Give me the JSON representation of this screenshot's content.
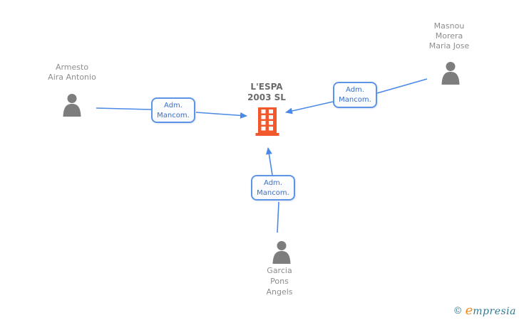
{
  "company": {
    "lines": [
      "L'ESPA",
      "2003 SL"
    ]
  },
  "persons": [
    {
      "id": "armesto",
      "lines": [
        "Armesto",
        "Aira Antonio"
      ]
    },
    {
      "id": "masnou",
      "lines": [
        "Masnou",
        "Morera",
        "Maria Jose"
      ]
    },
    {
      "id": "garcia",
      "lines": [
        "Garcia",
        "Pons",
        "Angels"
      ]
    }
  ],
  "relations": [
    {
      "from": "Armesto Aira Antonio",
      "to": "L'ESPA 2003 SL",
      "lines": [
        "Adm.",
        "Mancom."
      ]
    },
    {
      "from": "Masnou Morera Maria Jose",
      "to": "L'ESPA 2003 SL",
      "lines": [
        "Adm.",
        "Mancom."
      ]
    },
    {
      "from": "Garcia Pons Angels",
      "to": "L'ESPA 2003 SL",
      "lines": [
        "Adm.",
        "Mancom."
      ]
    }
  ],
  "watermark": {
    "copyright": "©",
    "brand_first_letter": "e",
    "brand_rest": "mpresia"
  },
  "colors": {
    "arrow": "#4a89e8",
    "box_border": "#5e94e6",
    "box_text": "#3a6fc8",
    "person_icon": "#7d7d7d",
    "building_icon": "#f2582c",
    "name_text": "#8e8e8e",
    "company_text": "#6b6b6b",
    "logo_teal": "#2f7a8f",
    "logo_orange": "#ef8a1d"
  }
}
